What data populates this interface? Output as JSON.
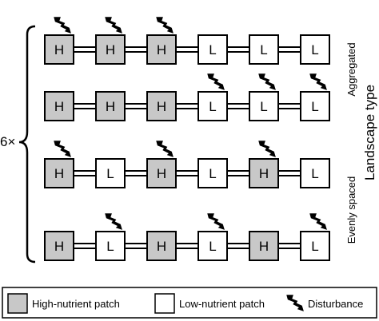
{
  "multiplier": "6×",
  "axis_title": "Landscape type",
  "group_labels": {
    "aggregated": "Aggregated",
    "evenly_spaced": "Evenly spaced"
  },
  "colors": {
    "high": "#c8c8c8",
    "low": "#ffffff",
    "stroke": "#000000"
  },
  "rows": [
    {
      "patches": [
        "H",
        "H",
        "H",
        "L",
        "L",
        "L"
      ],
      "disturbed": [
        true,
        true,
        true,
        false,
        false,
        false
      ]
    },
    {
      "patches": [
        "H",
        "H",
        "H",
        "L",
        "L",
        "L"
      ],
      "disturbed": [
        false,
        false,
        false,
        true,
        true,
        true
      ]
    },
    {
      "patches": [
        "H",
        "L",
        "H",
        "L",
        "H",
        "L"
      ],
      "disturbed": [
        true,
        false,
        true,
        false,
        true,
        false
      ]
    },
    {
      "patches": [
        "H",
        "L",
        "H",
        "L",
        "H",
        "L"
      ],
      "disturbed": [
        false,
        true,
        false,
        true,
        false,
        true
      ]
    }
  ],
  "legend": {
    "high_label": "High-nutrient patch",
    "low_label": "Low-nutrient patch",
    "disturbance_label": "Disturbance",
    "disturbance_icon": "lightning-bolt-icon"
  }
}
